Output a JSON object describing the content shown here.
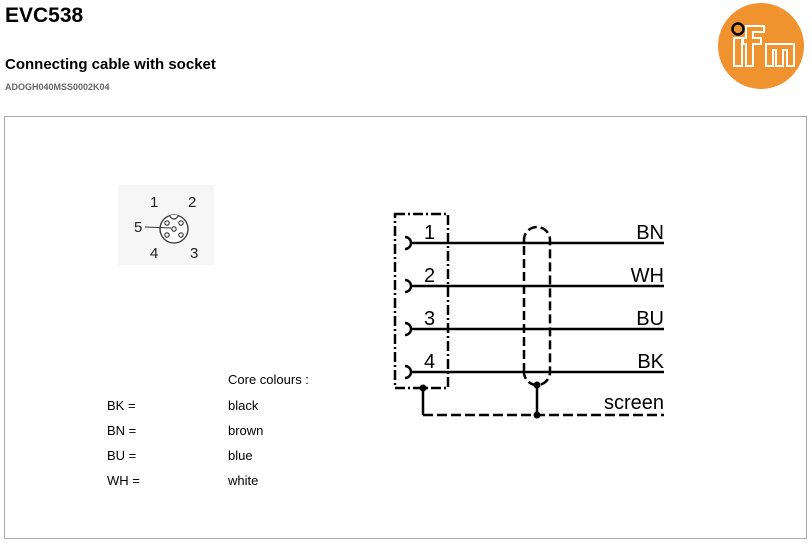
{
  "header": {
    "title": "EVC538",
    "subtitle": "Connecting cable with socket",
    "article_code": "ADOGH040MSS0002K04",
    "logo_text": "ifm",
    "brand_color": "#f0922d"
  },
  "connector": {
    "pins": [
      "1",
      "2",
      "3",
      "4",
      "5"
    ]
  },
  "schematic": {
    "wires": [
      {
        "pin": "1",
        "colour": "BN"
      },
      {
        "pin": "2",
        "colour": "WH"
      },
      {
        "pin": "3",
        "colour": "BU"
      },
      {
        "pin": "4",
        "colour": "BK"
      }
    ],
    "screen_label": "screen"
  },
  "legend": {
    "title": "Core colours :",
    "items": [
      {
        "code": "BK =",
        "name": "black"
      },
      {
        "code": "BN =",
        "name": "brown"
      },
      {
        "code": "BU =",
        "name": "blue"
      },
      {
        "code": "WH =",
        "name": "white"
      }
    ]
  }
}
